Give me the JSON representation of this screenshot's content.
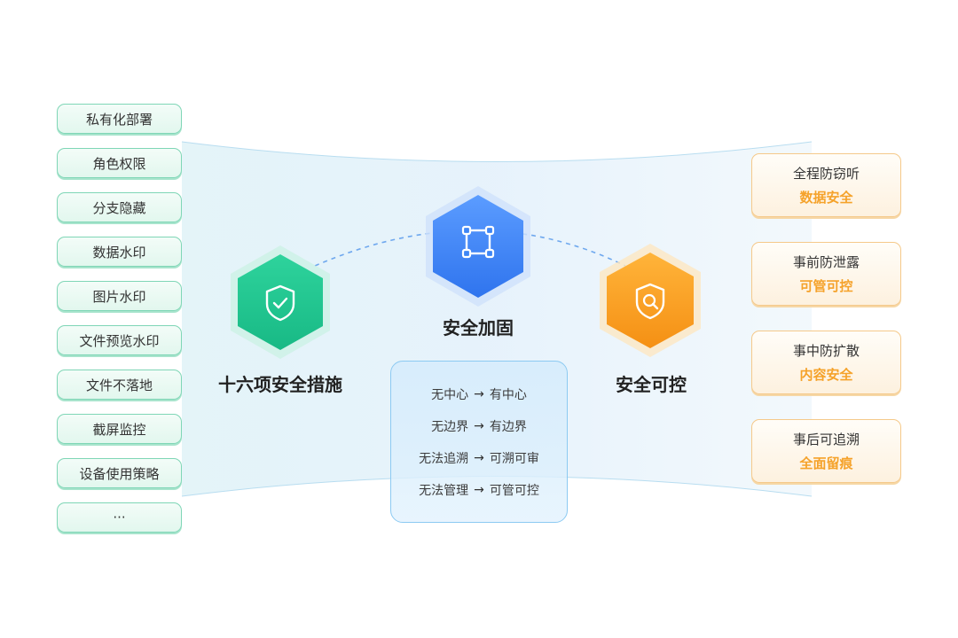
{
  "left_list": {
    "items": [
      "私有化部署",
      "角色权限",
      "分支隐藏",
      "数据水印",
      "图片水印",
      "文件预览水印",
      "文件不落地",
      "截屏监控",
      "设备使用策略",
      "···"
    ]
  },
  "nodes": {
    "left": {
      "label": "十六项安全措施",
      "icon": "shield-check-icon",
      "color": "#1fc690"
    },
    "center": {
      "label": "安全加固",
      "icon": "bounding-box-icon",
      "color": "#3f86f5"
    },
    "right": {
      "label": "安全可控",
      "icon": "shield-search-icon",
      "color": "#f7a021"
    }
  },
  "transform_box": {
    "rows": [
      {
        "from": "无中心",
        "to": "有中心"
      },
      {
        "from": "无边界",
        "to": "有边界"
      },
      {
        "from": "无法追溯",
        "to": "可溯可审"
      },
      {
        "from": "无法管理",
        "to": "可管可控"
      }
    ],
    "arrow": "→"
  },
  "right_cards": [
    {
      "line1": "全程防窃听",
      "line2": "数据安全"
    },
    {
      "line1": "事前防泄露",
      "line2": "可管可控"
    },
    {
      "line1": "事中防扩散",
      "line2": "内容安全"
    },
    {
      "line1": "事后可追溯",
      "line2": "全面留痕"
    }
  ]
}
